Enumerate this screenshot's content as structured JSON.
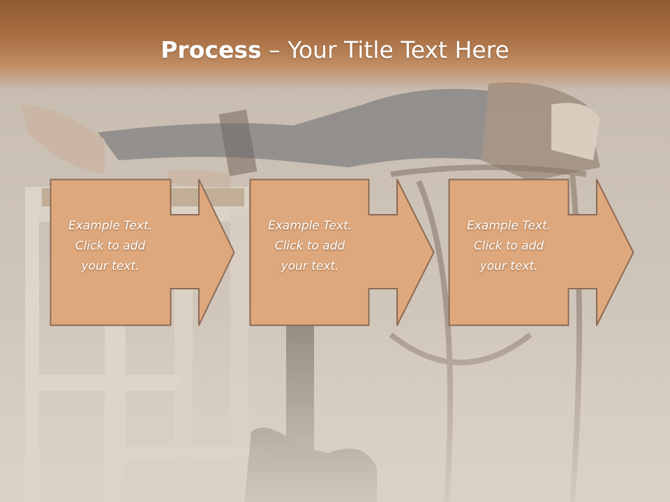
{
  "title": {
    "bold": "Process",
    "separator": " – ",
    "rest": "Your Title Text Here"
  },
  "colors": {
    "title_band": "#a86f42",
    "box_fill": "#dea87c",
    "box_stroke": "#8a6a55",
    "text": "#ffffff"
  },
  "steps": [
    {
      "lines": [
        "Example Text.",
        "Click  to add",
        "your text."
      ]
    },
    {
      "lines": [
        "Example Text.",
        "Click  to add",
        "your text."
      ]
    },
    {
      "lines": [
        "Example Text.",
        "Click  to add",
        "your text."
      ]
    }
  ]
}
